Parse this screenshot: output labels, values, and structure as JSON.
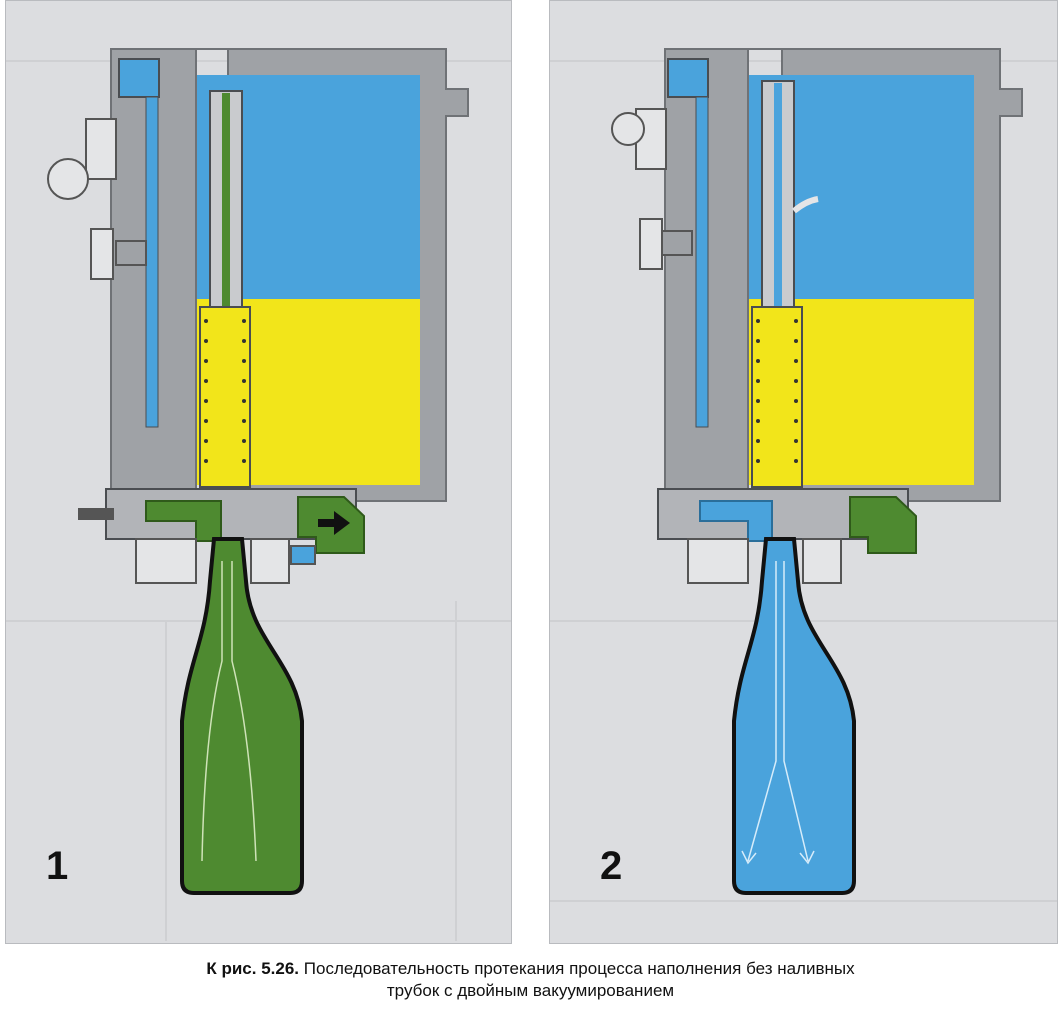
{
  "panels": [
    {
      "id": "1",
      "number": "1",
      "bottle_fill": "green",
      "flow": "gas-return"
    },
    {
      "id": "2",
      "number": "2",
      "bottle_fill": "blue",
      "flow": "liquid-fill"
    }
  ],
  "caption": {
    "label": "К рис. 5.26.",
    "line1_text": "Последовательность протекания процесса наполнения без наливных",
    "line2_text": "трубок с двойным вакуумированием"
  },
  "colors": {
    "housing": "#9fa2a6",
    "gas_blue": "#4aa3dc",
    "liquid_yellow": "#f2e51a",
    "green": "#4e8a30",
    "background": "#dcdde0"
  },
  "icons": [
    "arrow-right-icon",
    "flow-arrows-icon"
  ]
}
